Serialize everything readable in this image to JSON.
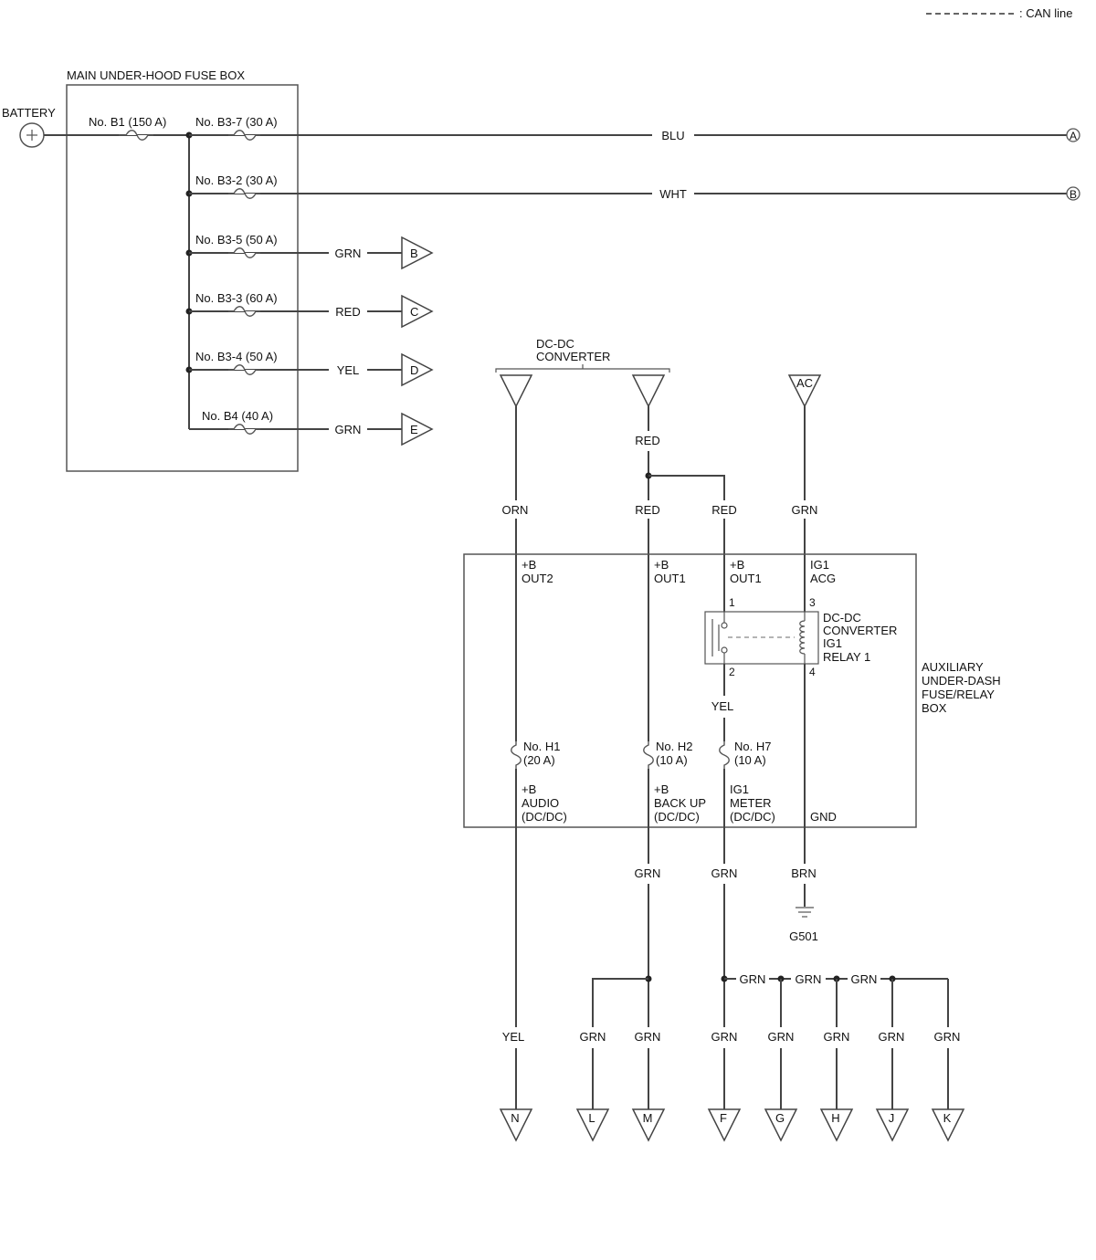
{
  "legend": {
    "can_line": ": CAN line"
  },
  "battery": {
    "label": "BATTERY"
  },
  "main_fuse_box": {
    "title": "MAIN UNDER-HOOD FUSE BOX",
    "fuses": {
      "b1": "No. B1 (150 A)",
      "b3_7": "No. B3-7 (30 A)",
      "b3_2": "No. B3-2 (30 A)",
      "b3_5": "No. B3-5 (50 A)",
      "b3_3": "No. B3-3 (60 A)",
      "b3_4": "No. B3-4 (50 A)",
      "b4": "No. B4 (40 A)"
    }
  },
  "main_wires": {
    "blu": "BLU",
    "wht": "WHT",
    "grn_b": "GRN",
    "red_c": "RED",
    "yel_d": "YEL",
    "grn_e": "GRN"
  },
  "connectors": {
    "A": "A",
    "B_circle": "B",
    "B": "B",
    "C": "C",
    "D": "D",
    "E": "E",
    "AC": "AC",
    "N": "N",
    "L": "L",
    "M": "M",
    "F": "F",
    "G": "G",
    "H": "H",
    "J": "J",
    "K": "K"
  },
  "dc_dc_converter": {
    "line1": "DC-DC",
    "line2": "CONVERTER"
  },
  "upper_wires": {
    "red_top": "RED",
    "orn": "ORN",
    "red_left": "RED",
    "red_right": "RED",
    "grn": "GRN"
  },
  "aux_box": {
    "title": [
      "AUXILIARY",
      "UNDER-DASH",
      "FUSE/RELAY",
      "BOX"
    ],
    "terminals": {
      "out2": [
        "+B",
        "OUT2"
      ],
      "out1_left": [
        "+B",
        "OUT1"
      ],
      "out1_right": [
        "+B",
        "OUT1"
      ],
      "ig1_acg": [
        "IG1",
        "ACG"
      ]
    },
    "relay": {
      "label": [
        "DC-DC",
        "CONVERTER",
        "IG1",
        "RELAY 1"
      ],
      "pin1": "1",
      "pin2": "2",
      "pin3": "3",
      "pin4": "4",
      "yel": "YEL"
    },
    "fuses": {
      "h1": [
        "No. H1",
        "(20 A)"
      ],
      "h2": [
        "No. H2",
        "(10 A)"
      ],
      "h7": [
        "No. H7",
        "(10 A)"
      ]
    },
    "outputs": {
      "audio": [
        "+B",
        "AUDIO",
        "(DC/DC)"
      ],
      "backup": [
        "+B",
        "BACK UP",
        "(DC/DC)"
      ],
      "meter": [
        "IG1",
        "METER",
        "(DC/DC)"
      ],
      "gnd": "GND"
    }
  },
  "lower_wires": {
    "grn_left": "GRN",
    "grn_mid": "GRN",
    "brn": "BRN",
    "ground": "G501",
    "bus1": "GRN",
    "bus2": "GRN",
    "bus3": "GRN",
    "yel": "YEL",
    "grn_l": "GRN",
    "grn_m": "GRN",
    "grn_f": "GRN",
    "grn_g": "GRN",
    "grn_h": "GRN",
    "grn_j": "GRN",
    "grn_k": "GRN"
  }
}
